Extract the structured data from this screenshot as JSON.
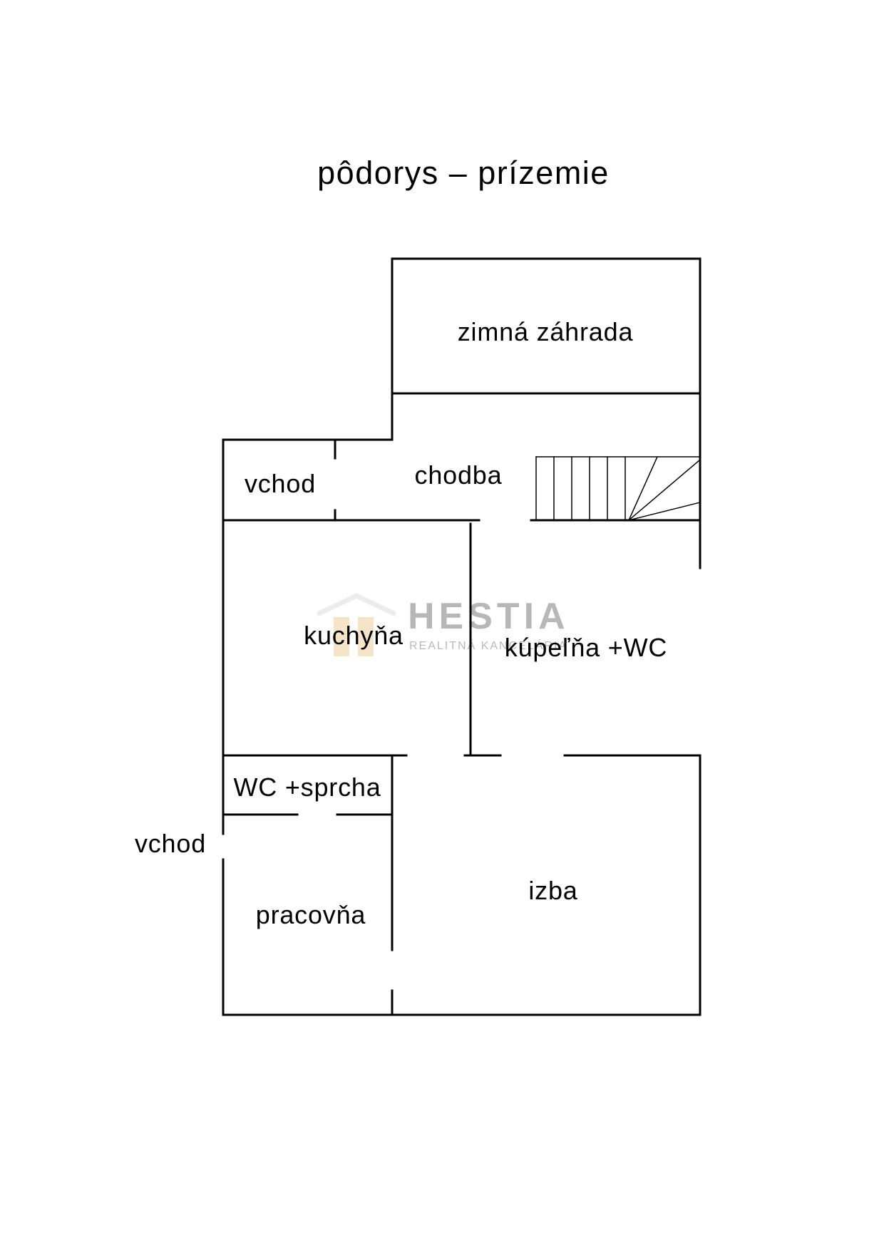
{
  "title": "pôdorys – prízemie",
  "rooms": {
    "zimna_zahrada": "zimná záhrada",
    "vchod_top": "vchod",
    "chodba": "chodba",
    "kuchyna": "kuchyňa",
    "kupelna": "kúpeľňa +WC",
    "wc_sprcha": "WC +sprcha",
    "vchod_side": "vchod",
    "pracovna": "pracovňa",
    "izba": "izba"
  },
  "watermark": {
    "brand": "HESTIA",
    "subtitle": "REALITNÁ KANCELÁRIA",
    "color": "#d9a441"
  },
  "colors": {
    "line": "#000000",
    "background": "#ffffff"
  }
}
